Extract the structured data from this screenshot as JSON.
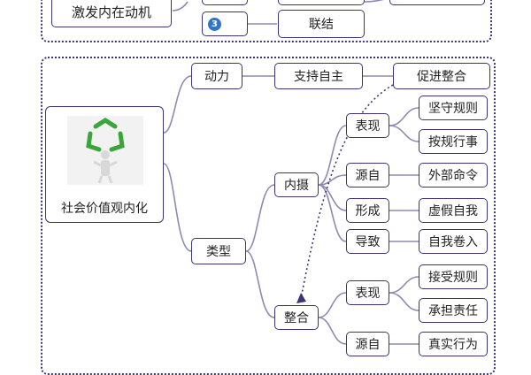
{
  "colors": {
    "border": "#3b3476",
    "line": "#8e8ab2",
    "dotted": "#3b3476",
    "badge": "#2f75c8",
    "recycle": "#3aa63a"
  },
  "top_section": {
    "left_node": "激发内在动机",
    "badge_number": "3",
    "node_link": "联结"
  },
  "main_section": {
    "root_caption": "社会价值观内化",
    "icon": "recycle-icon",
    "branch_power": "动力",
    "support_autonomy": "支持自主",
    "promote_integration": "促进整合",
    "branch_type": "类型",
    "introjection": {
      "label": "内摄",
      "expression": "表现",
      "expression_items": [
        "坚守规则",
        "按规行事"
      ],
      "source": "源自",
      "source_item": "外部命令",
      "formation": "形成",
      "formation_item": "虚假自我",
      "result": "导致",
      "result_item": "自我卷入"
    },
    "integration": {
      "label": "整合",
      "expression": "表现",
      "expression_items": [
        "接受规则",
        "承担责任"
      ],
      "source": "源自",
      "source_item": "真实行为"
    }
  }
}
